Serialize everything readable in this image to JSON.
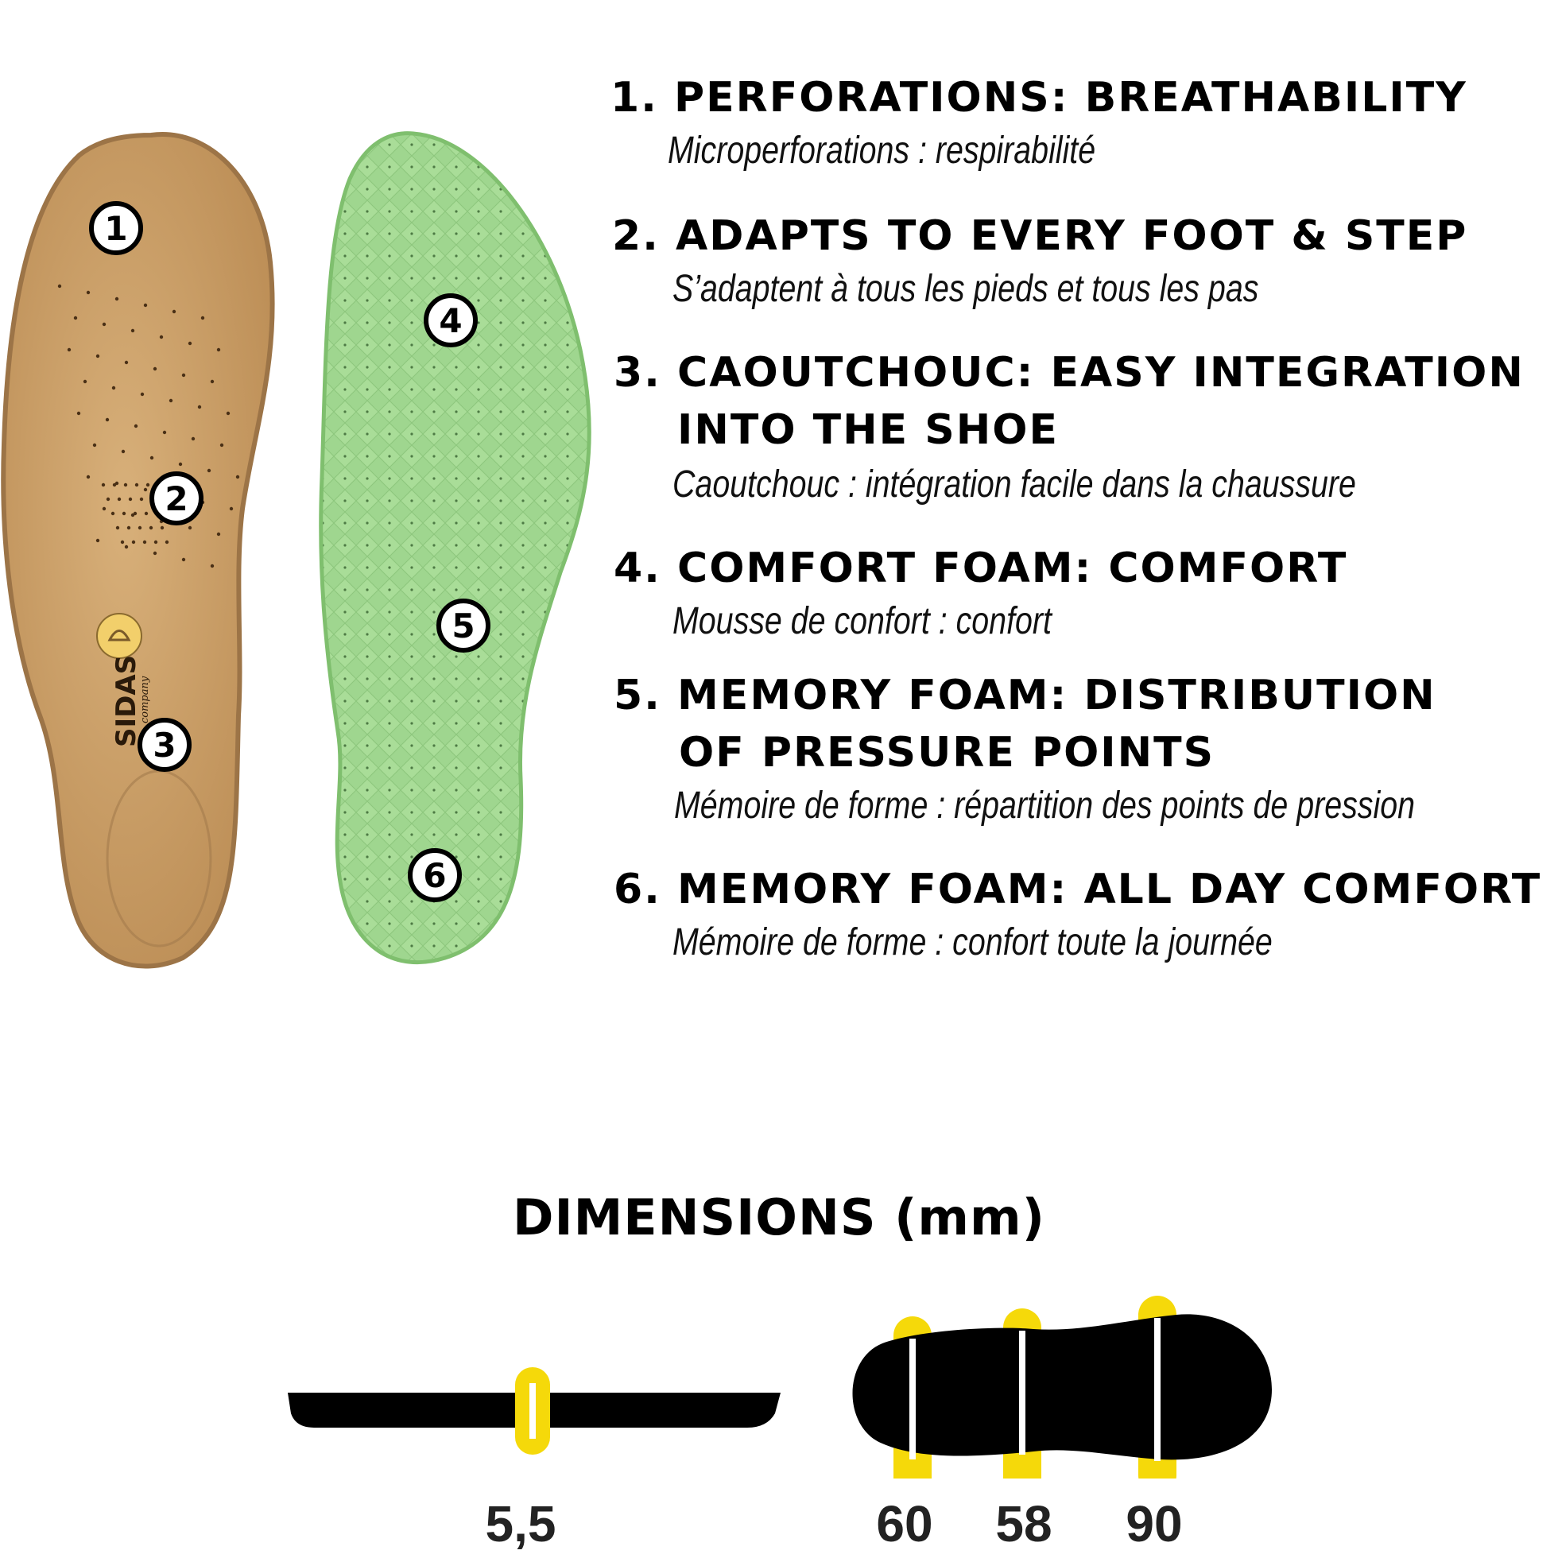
{
  "features": [
    {
      "number": "1.",
      "title_lines": [
        "PERFORATIONS: BREATHABILITY"
      ],
      "subtitle": "Microperforations : respirabilité"
    },
    {
      "number": "2.",
      "title_lines": [
        "ADAPTS TO EVERY FOOT & STEP"
      ],
      "subtitle": "S’adaptent à tous les pieds et tous les pas"
    },
    {
      "number": "3.",
      "title_lines": [
        "CAOUTCHOUC: EASY INTEGRATION",
        "INTO THE SHOE"
      ],
      "subtitle": "Caoutchouc : intégration facile dans la chaussure"
    },
    {
      "number": "4.",
      "title_lines": [
        "COMFORT FOAM: COMFORT"
      ],
      "subtitle": "Mousse de confort : confort"
    },
    {
      "number": "5.",
      "title_lines": [
        "MEMORY FOAM: DISTRIBUTION",
        "OF PRESSURE POINTS"
      ],
      "subtitle": "Mémoire de forme : répartition des points de pression"
    },
    {
      "number": "6.",
      "title_lines": [
        "MEMORY FOAM: ALL DAY COMFORT"
      ],
      "subtitle": "Mémoire de forme : confort toute la journée"
    }
  ],
  "insole_markers": [
    "1",
    "2",
    "3",
    "4",
    "5",
    "6"
  ],
  "brand": {
    "logo_text": "SIDAS",
    "logo_sub": "company"
  },
  "dimensions": {
    "title": "DIMENSIONS (mm)",
    "thickness": "5,5",
    "widths": [
      "60",
      "58",
      "90"
    ]
  },
  "colors": {
    "cork": "#c9a06a",
    "foam": "#9fd68f",
    "marker": "#f5d90a",
    "profile": "#000000"
  }
}
